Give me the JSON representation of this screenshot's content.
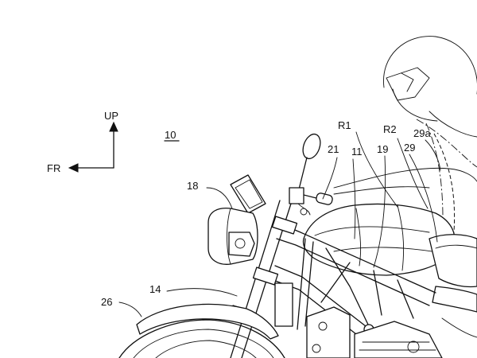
{
  "axes": {
    "up": "UP",
    "front": "FR"
  },
  "figure_ref": "10",
  "labels": {
    "r1": "R1",
    "r2": "R2",
    "n21": "21",
    "n11": "11",
    "n19": "19",
    "n29": "29",
    "n29a": "29a",
    "n18": "18",
    "n14": "14",
    "n26": "26"
  },
  "colors": {
    "ink": "#111111",
    "paper": "#ffffff"
  }
}
